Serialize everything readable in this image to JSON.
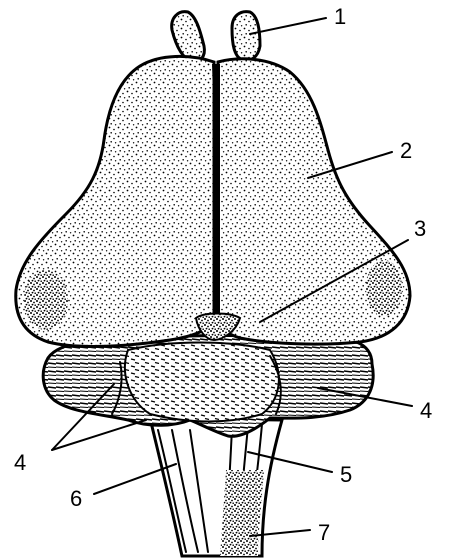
{
  "figure": {
    "ink_color": "#000000",
    "paper_color": "#ffffff"
  },
  "callouts": [
    {
      "id": "olfactory-bulb",
      "label": "1"
    },
    {
      "id": "cerebral-hemisphere",
      "label": "2"
    },
    {
      "id": "midbrain-roof",
      "label": "3"
    },
    {
      "id": "cerebellum-right",
      "label": "4"
    },
    {
      "id": "medulla-fiber",
      "label": "5"
    },
    {
      "id": "brainstem-left",
      "label": "6"
    },
    {
      "id": "spinal-cord",
      "label": "7"
    },
    {
      "id": "cerebellum-left",
      "label": "4"
    }
  ]
}
